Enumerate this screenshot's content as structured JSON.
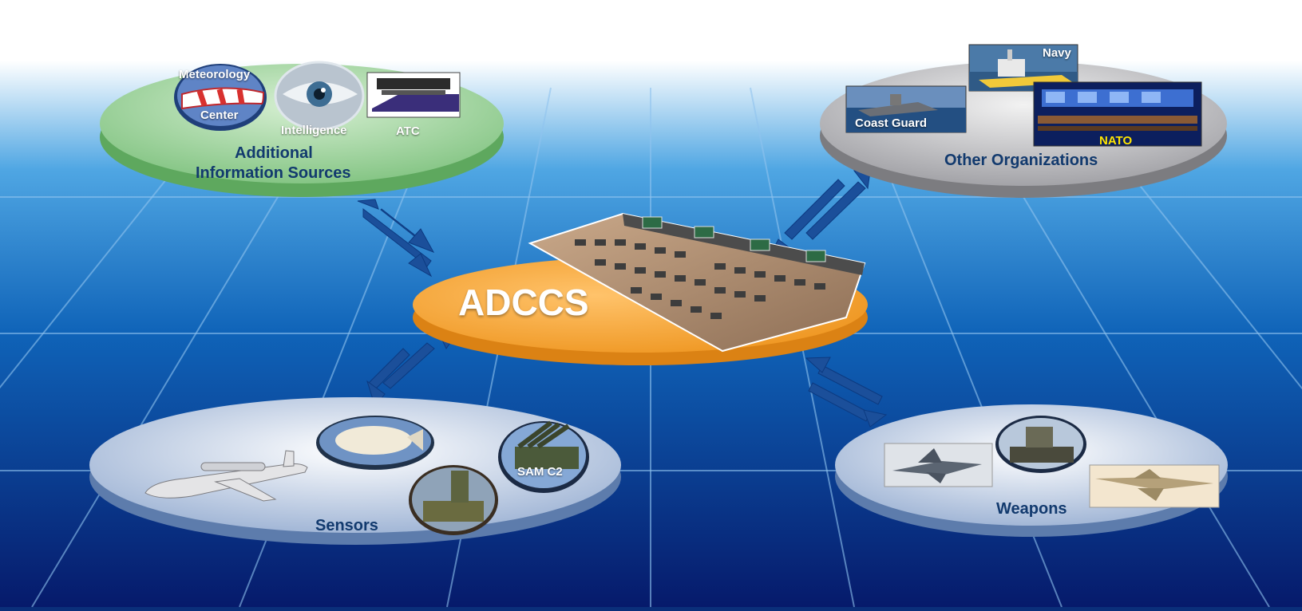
{
  "center": {
    "label": "ADCCS"
  },
  "nodes": {
    "additional": {
      "title_line1": "Additional",
      "title_line2": "Information Sources",
      "items": [
        "Meteorology",
        "Center",
        "Intelligence",
        "ATC"
      ]
    },
    "other": {
      "title": "Other Organizations",
      "items": [
        "Navy",
        "Coast Guard",
        "NATO"
      ]
    },
    "sensors": {
      "title": "Sensors",
      "items": [
        "SAM C2"
      ]
    },
    "weapons": {
      "title": "Weapons"
    }
  },
  "colors": {
    "sky_top": "#ffffff",
    "sky_bottom": "#061a6b",
    "grid_line": "#8fc3ef",
    "center_disc": "#f0a23f",
    "additional_disc": "#8fcb8d",
    "other_disc": "#a9a9ac",
    "sensors_disc": "#9fb4d3",
    "weapons_disc": "#a8bbd8",
    "arrow": "#1b4f9a",
    "label_dark": "#123a6e",
    "nato_text": "#ffe600"
  }
}
